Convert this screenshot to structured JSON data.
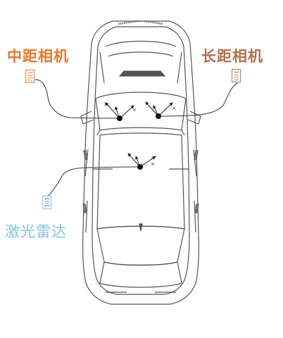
{
  "labels": {
    "mid_range_camera": "中距相机",
    "long_range_camera": "长距相机",
    "lidar": "激光雷达"
  },
  "tags": {
    "mid_range_camera_ref": "102",
    "long_range_camera_ref": "103",
    "lidar_ref": "101"
  },
  "colors": {
    "mid_range_camera": "#e8762c",
    "long_range_camera": "#b0704a",
    "lidar": "#7fc6dc",
    "line": "#333333",
    "background": "#ffffff"
  },
  "icons": {
    "car": "car-top-view-icon",
    "sensor": "sensor-dot-icon",
    "axes": "axes-arrows-icon"
  }
}
